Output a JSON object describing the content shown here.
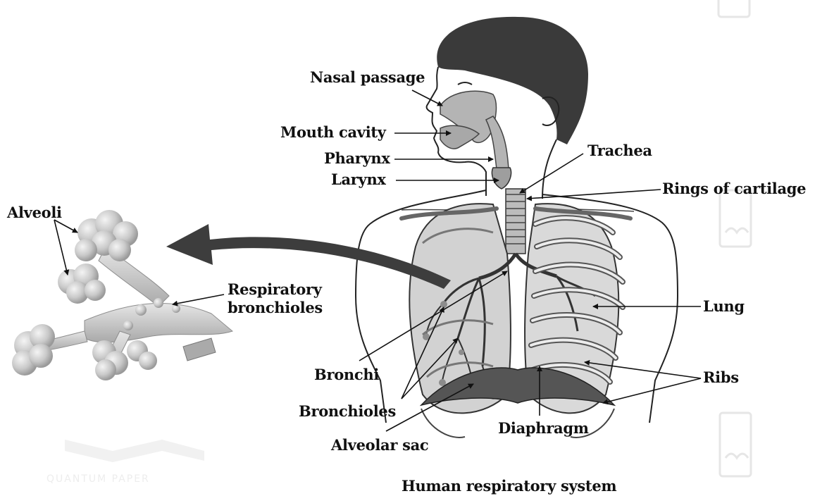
{
  "caption": "Human respiratory system",
  "labels": {
    "nasal_passage": "Nasal passage",
    "mouth_cavity": "Mouth cavity",
    "pharynx": "Pharynx",
    "larynx": "Larynx",
    "trachea": "Trachea",
    "rings_of_cartilage": "Rings of cartilage",
    "lung": "Lung",
    "ribs": "Ribs",
    "diaphragm": "Diaphragm",
    "bronchi": "Bronchi",
    "bronchioles": "Bronchioles",
    "alveolar_sac": "Alveolar sac",
    "alveoli": "Alveoli",
    "respiratory_bronchioles_line1": "Respiratory",
    "respiratory_bronchioles_line2": "bronchioles"
  },
  "watermark": {
    "text": "QUANTUM PAPER"
  },
  "colors": {
    "ink": "#111111",
    "hair": "#3a3a3a",
    "tissue": "#b4b4b4",
    "lung_shade": "#d2d2d2",
    "watermark": "#ededed"
  }
}
